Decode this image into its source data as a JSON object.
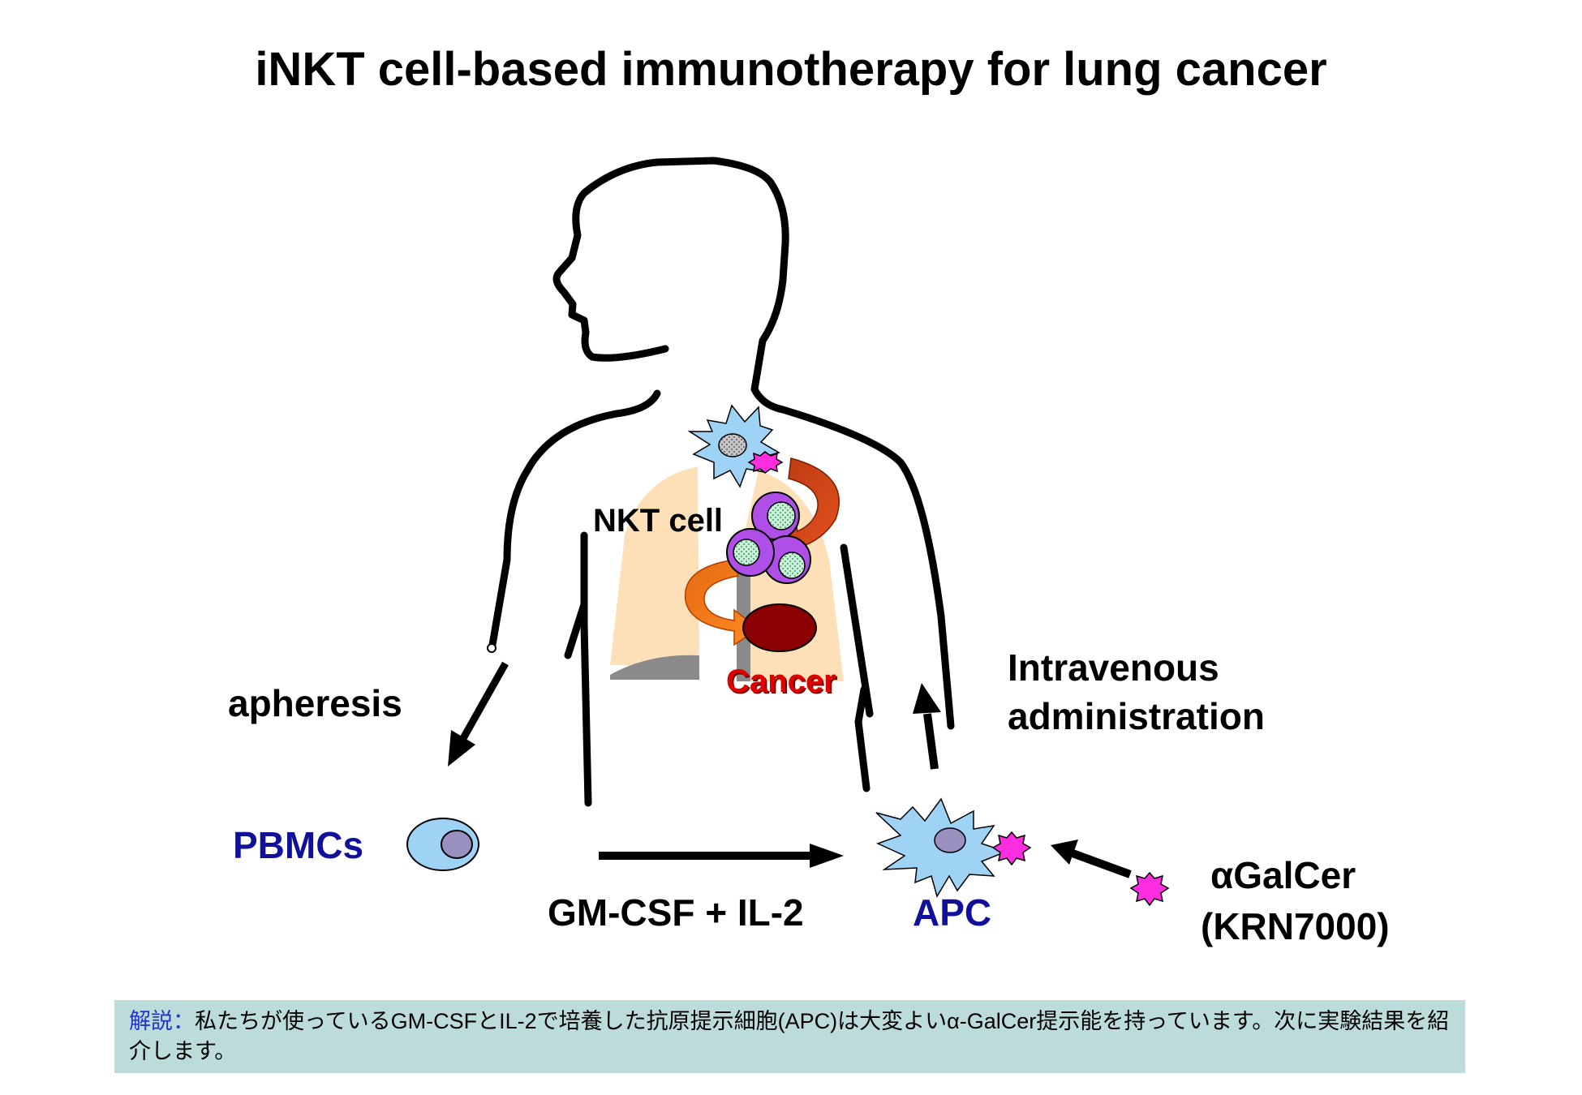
{
  "title": "iNKT cell-based immunotherapy for lung cancer",
  "labels": {
    "nkt_cell": "NKT cell",
    "cancer": "Cancer",
    "apheresis": "apheresis",
    "intravenous_line1": "Intravenous",
    "intravenous_line2": "administration",
    "pbmcs": "PBMCs",
    "gmcsf": "GM-CSF + IL-2",
    "apc": "APC",
    "agalcer_line1": "αGalCer",
    "agalcer_line2": "(KRN7000)"
  },
  "note": {
    "head": "解説：",
    "text": "私たちが使っているGM-CSFとIL-2で培養した抗原提示細胞(APC)は大変よいα-GalCer提示能を持っています。次に実験結果を紹介します。"
  },
  "colors": {
    "label_blue": "#10109a",
    "cancer_red": "#e00000",
    "lung": "#fde0b8",
    "nkt_purple": "#b04ee8",
    "apc_blue": "#9fd3f5",
    "galcer_magenta": "#ff2de0",
    "note_bg": "#bcdcdc"
  }
}
